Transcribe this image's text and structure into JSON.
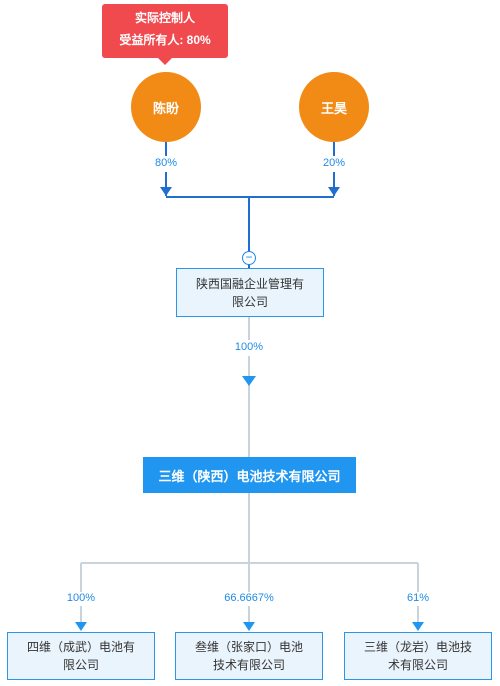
{
  "tag": {
    "line1": "实际控制人",
    "line2": "受益所有人: 80%"
  },
  "shareholders": [
    {
      "name": "陈盼",
      "pct": "80%"
    },
    {
      "name": "王昊",
      "pct": "20%"
    }
  ],
  "collapse_symbol": "−",
  "parent": {
    "name_line1": "陕西国融企业管理有",
    "name_line2": "限公司",
    "pct": "100%"
  },
  "main_company": {
    "name": "三维（陕西）电池技术有限公司"
  },
  "subsidiaries": [
    {
      "name_line1": "四维（成武）电池有",
      "name_line2": "限公司",
      "pct": "100%"
    },
    {
      "name_line1": "叁维（张家口）电池",
      "name_line2": "技术有限公司",
      "pct": "66.6667%"
    },
    {
      "name_line1": "三维（龙岩）电池技",
      "name_line2": "术有限公司",
      "pct": "61%"
    }
  ],
  "colors": {
    "person": "#f28a16",
    "tag": "#f04a4f",
    "line_dark": "#1f6fd0",
    "line_light": "#c9d3dc",
    "accent": "#2196f0"
  }
}
